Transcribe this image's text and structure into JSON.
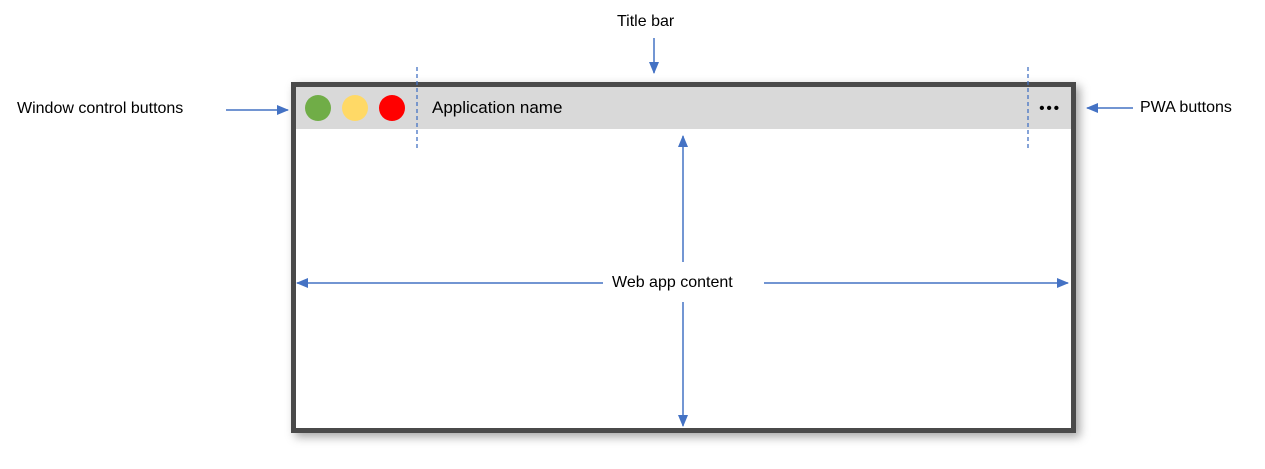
{
  "diagram": {
    "annotations": {
      "title_bar": "Title bar",
      "window_controls": "Window control buttons",
      "pwa_buttons": "PWA buttons",
      "web_app_content": "Web app content"
    },
    "window": {
      "app_name": "Application name",
      "pwa_menu_glyph": "•••",
      "control_buttons": [
        {
          "name": "green",
          "color": "#70ad47"
        },
        {
          "name": "yellow",
          "color": "#ffd966"
        },
        {
          "name": "red",
          "color": "#ff0000"
        }
      ]
    },
    "colors": {
      "annotation_arrow": "#4472c4",
      "dashed_guide": "#4472c4",
      "window_border": "#4a4a4a",
      "titlebar_background": "#d9d9d9",
      "content_background": "#ffffff",
      "label_text": "#000000"
    }
  }
}
